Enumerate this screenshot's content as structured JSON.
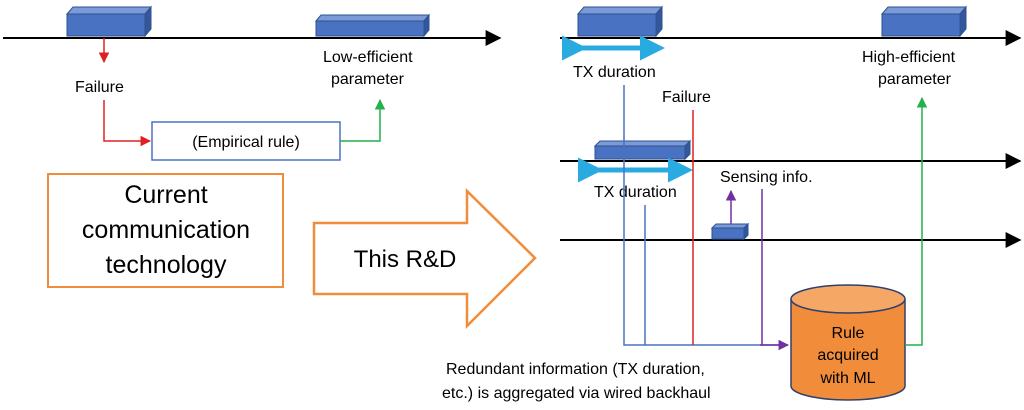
{
  "current_side": {
    "failure": "Failure",
    "empirical_rule": "(Empirical rule)",
    "parameter_line1": "Low-efficient",
    "parameter_line2": "parameter",
    "box_line1": "Current",
    "box_line2": "communication",
    "box_line3": "technology"
  },
  "arrow_label": "This R&D",
  "proposed_side": {
    "tx_duration_1": "TX duration",
    "failure": "Failure",
    "parameter_line1": "High-efficient",
    "parameter_line2": "parameter",
    "tx_duration_2": "TX duration",
    "sensing_info": "Sensing info.",
    "db_line1": "Rule",
    "db_line2": "acquired",
    "db_line3": "with ML",
    "note_line1": "Redundant information (TX duration,",
    "note_line2": "etc.) is aggregated via wired backhaul"
  },
  "colors": {
    "block_blue": "#4a72c2",
    "light_blue": "#29abe2",
    "orange": "#f08c3a",
    "red": "#e02020",
    "green": "#22b14c",
    "purple": "#7030a0",
    "line_blue": "#4a72c2"
  }
}
